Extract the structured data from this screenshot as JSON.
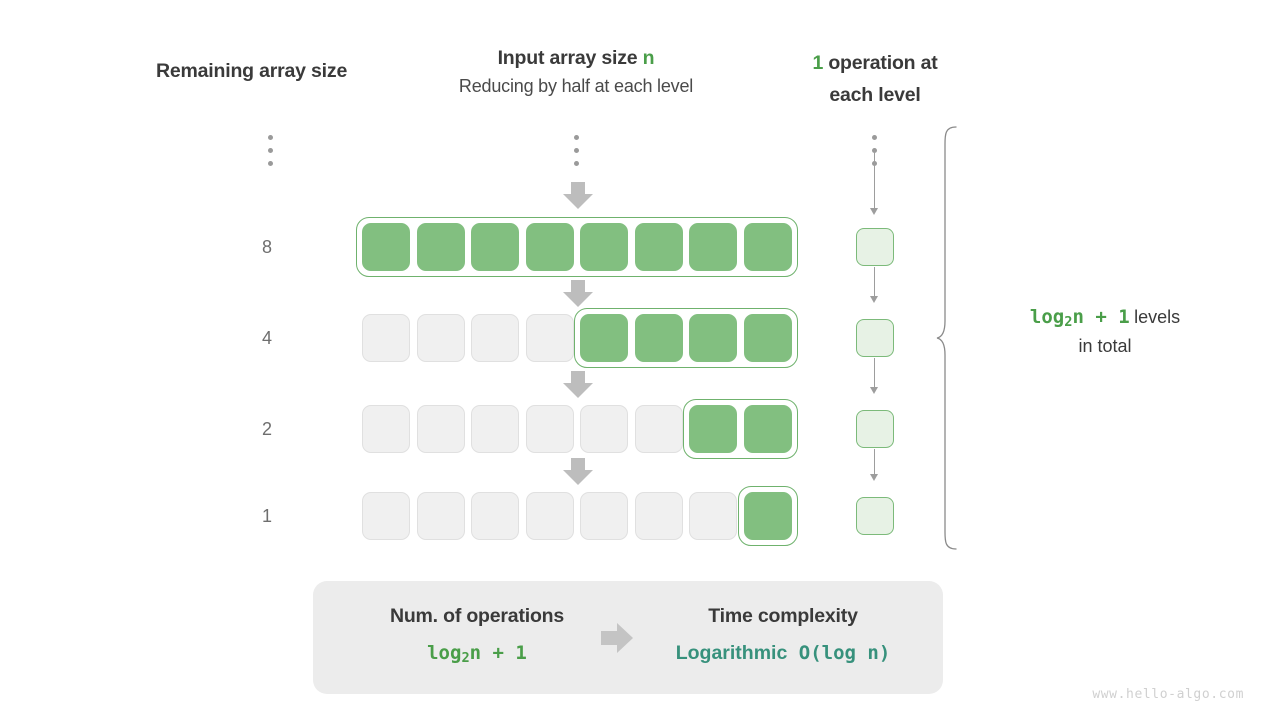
{
  "headers": {
    "left": "Remaining array size",
    "mid_line1_prefix": "Input array size ",
    "mid_line1_accent": "n",
    "mid_line2": "Reducing by half at each level",
    "right_accent": "1",
    "right_rest": " operation at",
    "right_line2": "each level"
  },
  "rows": [
    {
      "label": "8",
      "total_cells": 8,
      "filled": 8
    },
    {
      "label": "4",
      "total_cells": 8,
      "filled": 4
    },
    {
      "label": "2",
      "total_cells": 8,
      "filled": 2
    },
    {
      "label": "1",
      "total_cells": 8,
      "filled": 1
    }
  ],
  "annotation": {
    "formula_prefix": "log",
    "formula_sub": "2",
    "formula_suffix": "n + 1",
    "text_right": "levels",
    "text_line2": "in total"
  },
  "panel": {
    "left_title": "Num. of operations",
    "left_value_prefix": "log",
    "left_value_sub": "2",
    "left_value_suffix": "n + 1",
    "right_title": "Time complexity",
    "right_value_word": "Logarithmic",
    "right_value_code": "O(log n)"
  },
  "watermark": "www.hello-algo.com",
  "colors": {
    "green_fill": "#82bf80",
    "green_border": "#6fb26d",
    "green_text": "#4a9e49",
    "teal_text": "#37917c",
    "op_box_fill": "#e7f2e5",
    "empty_cell": "#f0f0f0",
    "panel_bg": "#ececec",
    "arrow_gray": "#bdbdbd"
  }
}
